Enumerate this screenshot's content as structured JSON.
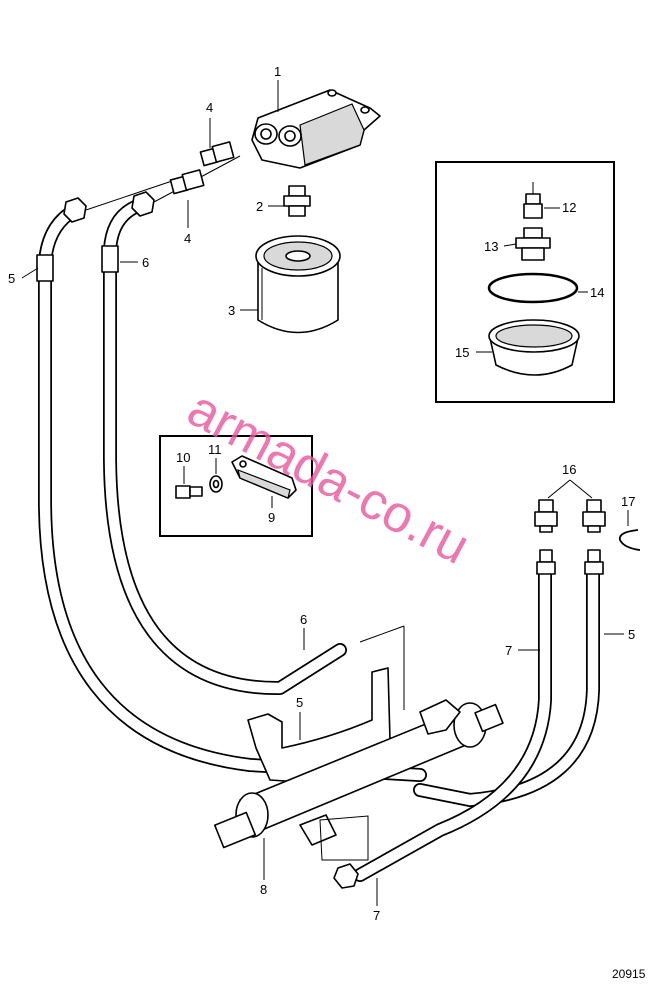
{
  "diagram_code": "20915",
  "watermark": "armada-co.ru",
  "callouts": {
    "c1": "1",
    "c2": "2",
    "c3": "3",
    "c4a": "4",
    "c4b": "4",
    "c5a": "5",
    "c5b": "5",
    "c5c": "5",
    "c6a": "6",
    "c6b": "6",
    "c7a": "7",
    "c7b": "7",
    "c8": "8",
    "c9": "9",
    "c10": "10",
    "c11": "11",
    "c12": "12",
    "c13": "13",
    "c14": "14",
    "c15": "15",
    "c16": "16",
    "c17": "17"
  }
}
